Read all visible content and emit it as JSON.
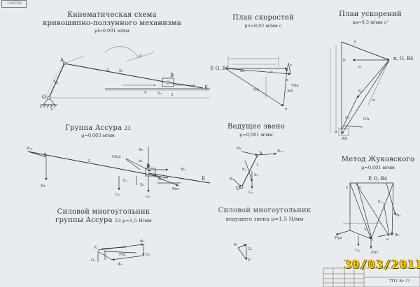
{
  "stamp": "1-00728",
  "titles": {
    "kinematic": {
      "line1": "Кинематическая схема",
      "line2": "кривошипно-ползунного механизма",
      "scale": "μl=0,001 м/мм"
    },
    "velocity": {
      "title": "План скоростей",
      "scale": "μv=0,02 м/мм с"
    },
    "acceleration": {
      "title": "План ускорений",
      "scale": "μa=0,3 м/мм с²"
    },
    "assur_group": {
      "title": "Группа Ассура",
      "title_suffix": "23",
      "scale": "μ=0,003 м/мм"
    },
    "driving_link": {
      "title": "Ведущее звено",
      "scale": "μ=0,001 м/мм"
    },
    "zhukovsky": {
      "title": "Метод Жуковского",
      "scale": "μ=0,001 м/мм"
    },
    "force_polygon_assur": {
      "line1": "Силовой многоугольник",
      "line2": "группы Ассура",
      "suffix": "23  μ=1,5 Н/мм"
    },
    "force_polygon_driving": {
      "line1": "Силовой многоугольник",
      "line2": "ведущего звена μ=1,5 Н/мм"
    }
  },
  "labels": {
    "kin": {
      "A": "A",
      "B": "B",
      "O": "O",
      "E": "E",
      "n1": "1",
      "n2": "2",
      "n3": "3",
      "n4": "4",
      "n4b": "4",
      "S2": "S₂",
      "S1": "S₁",
      "S3": "S₃",
      "w": "ω"
    },
    "vel": {
      "pole": "P, O, B4",
      "a": "a",
      "b": "b",
      "e": "e",
      "s2": "s₂",
      "OA": "OA",
      "AB": "AB",
      "Vb": "Vb",
      "Vba": "Vba"
    },
    "acc": {
      "pole": "π, O, B4",
      "e": "e",
      "a": "a",
      "b": "b",
      "S1": "S₁",
      "S2": "S₂",
      "OA": "OA",
      "AB": "AB",
      "n1": "n",
      "n2": "n"
    },
    "assur": {
      "A": "A",
      "B": "B",
      "E": "E",
      "n2": "2",
      "R12": "R₁₂",
      "Mu2": "Mu2",
      "Fi2": "Φ₂",
      "Fi3": "Φ₃",
      "G2": "G₂",
      "G3": "G₃",
      "R43": "R₄₃",
      "h1": "h₁",
      "h2": "h₂",
      "S2": "S₂",
      "Pnc": "Pпс",
      "Rt": "Rτ"
    },
    "drive": {
      "A": "A",
      "O": "O",
      "Pu": "Pу",
      "R21": "R₂₁",
      "h1": "h₁",
      "R41": "R₄₁",
      "n1": "1",
      "S1": "S₁",
      "G1": "G₁"
    },
    "zhuk": {
      "pole": "P, O, B4",
      "e": "e",
      "b": "b",
      "a": "a",
      "Fi3": "Φ₃",
      "G2": "G₂",
      "Pnc": "Pпс",
      "Fi2": "Φ₂",
      "h1": "h₁",
      "Pbr": "Pур",
      "S2": "S₂"
    },
    "fpa": {
      "R": "R",
      "F2": "Φ₂",
      "G2": "G₂",
      "G3": "G₃",
      "F3": "Φ₃",
      "Pnc": "Pпс"
    },
    "fpd": {
      "R": "R",
      "G1": "G₁",
      "P": "P"
    }
  },
  "date_stamp": "30/03/2011",
  "title_block": {
    "code": "ТПУ.Кг.??"
  }
}
